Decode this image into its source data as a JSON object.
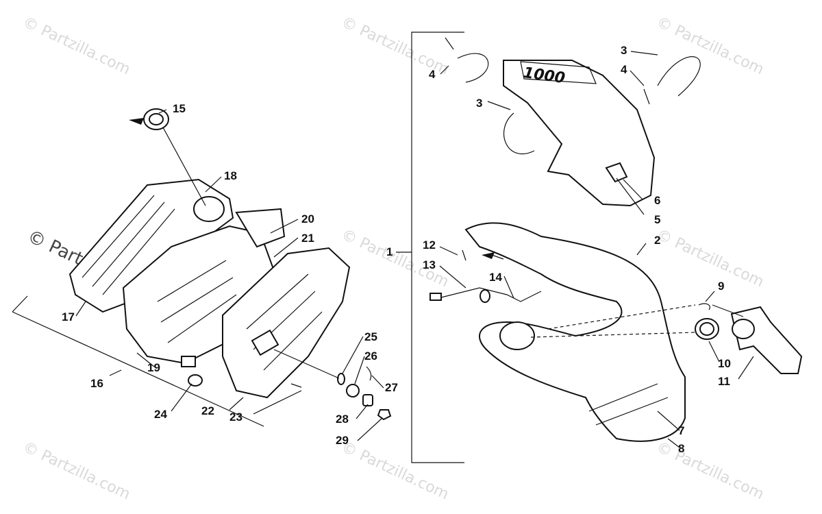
{
  "watermarks": [
    "© Partzilla.com",
    "© Partzilla.com",
    "© Partzilla.com",
    "© Partzilla.com",
    "© Partzilla.com",
    "© Partzilla.com",
    "© Partzilla.com",
    "© Partzilla.com",
    "© Partzilla.com"
  ],
  "watermark_main": "© Partzilla.com",
  "exhaust_logo": "1000",
  "callouts": [
    "1",
    "2",
    "3",
    "3",
    "4",
    "4",
    "5",
    "6",
    "7",
    "8",
    "9",
    "10",
    "11",
    "12",
    "13",
    "14",
    "15",
    "16",
    "17",
    "18",
    "19",
    "20",
    "21",
    "22",
    "23",
    "24",
    "25",
    "26",
    "27",
    "28",
    "29"
  ]
}
